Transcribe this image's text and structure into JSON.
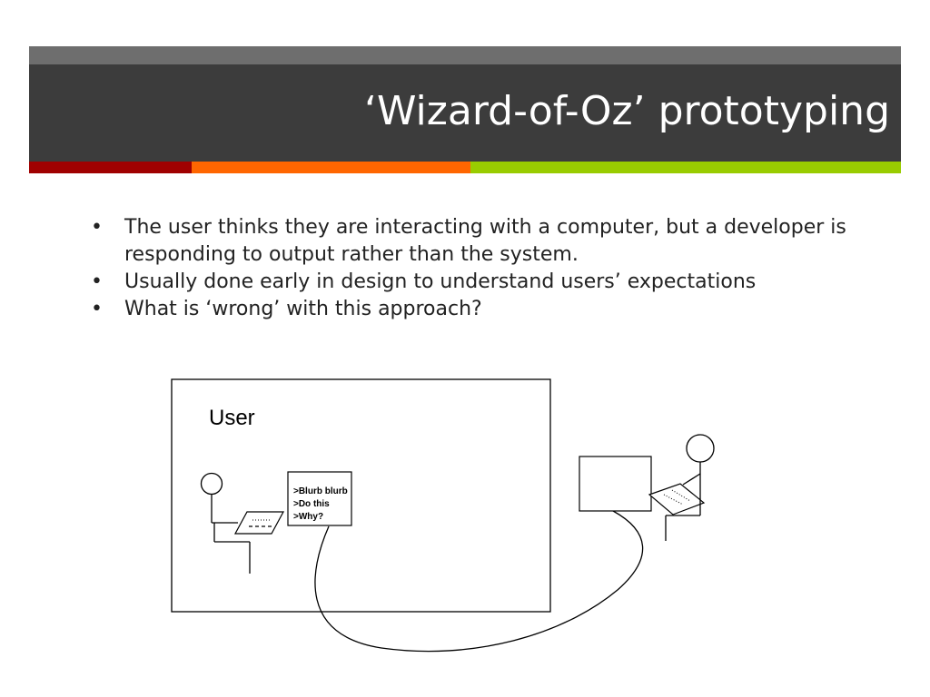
{
  "slide": {
    "title": "‘Wizard-of-Oz’ prototyping",
    "colors": {
      "header_top": "#6e6e6e",
      "header_main": "#3c3c3c",
      "stripe_red": "#a00000",
      "stripe_orange": "#ff6600",
      "stripe_green": "#99cc00"
    }
  },
  "bullets": [
    "The user thinks they are interacting with a computer, but a developer is responding to output rather than the system.",
    "Usually done early in design to understand users’ expectations",
    "What is ‘wrong’ with this approach?"
  ],
  "diagram": {
    "user_label": "User",
    "screen_lines": [
      ">Blurb blurb",
      ">Do this",
      ">Why?"
    ]
  }
}
